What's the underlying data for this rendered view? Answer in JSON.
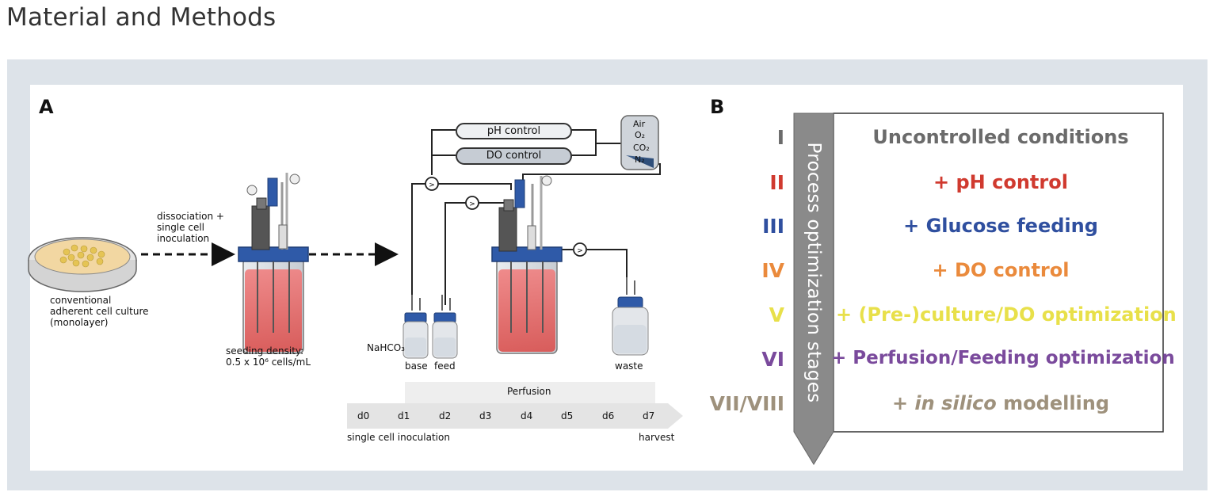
{
  "page": {
    "title": "Material and Methods"
  },
  "panel_a": {
    "label": "A",
    "dish_caption": [
      "conventional",
      "adherent cell culture",
      "(monolayer)"
    ],
    "arrow_caption": [
      "dissociation +",
      "single cell",
      "inoculation"
    ],
    "seeding": [
      "seeding density:",
      "0.5 x 10⁶ cells/mL"
    ],
    "ph_control": "pH control",
    "do_control": "DO control",
    "gases": [
      "Air",
      "O₂",
      "CO₂",
      "N₂"
    ],
    "nahco3": "NaHCO₃",
    "base": "base",
    "feed": "feed",
    "waste": "waste",
    "perfusion": "Perfusion",
    "days": [
      "d0",
      "d1",
      "d2",
      "d3",
      "d4",
      "d5",
      "d6",
      "d7"
    ],
    "timeline_start": "single cell inoculation",
    "timeline_end": "harvest",
    "pump_symbol": ">"
  },
  "panel_b": {
    "label": "B",
    "arrow_label": "Process optimization stages",
    "stages": [
      {
        "num": "I",
        "text": "Uncontrolled conditions",
        "color": "#6b6b6b"
      },
      {
        "num": "II",
        "text": "+ pH control",
        "color": "#d03a2f"
      },
      {
        "num": "III",
        "text": "+ Glucose feeding",
        "color": "#2f4f9f"
      },
      {
        "num": "IV",
        "text": "+ DO control",
        "color": "#ea8a3c"
      },
      {
        "num": "V",
        "text": "+ (Pre-)culture/DO optimization",
        "color": "#e8e04a"
      },
      {
        "num": "VI",
        "text": "+ Perfusion/Feeding optimization",
        "color": "#7a4a9c"
      },
      {
        "num": "VII/VIII",
        "text_prefix": "+ ",
        "text_italic": "in silico",
        "text_suffix": " modelling",
        "color": "#9e917c"
      }
    ]
  }
}
